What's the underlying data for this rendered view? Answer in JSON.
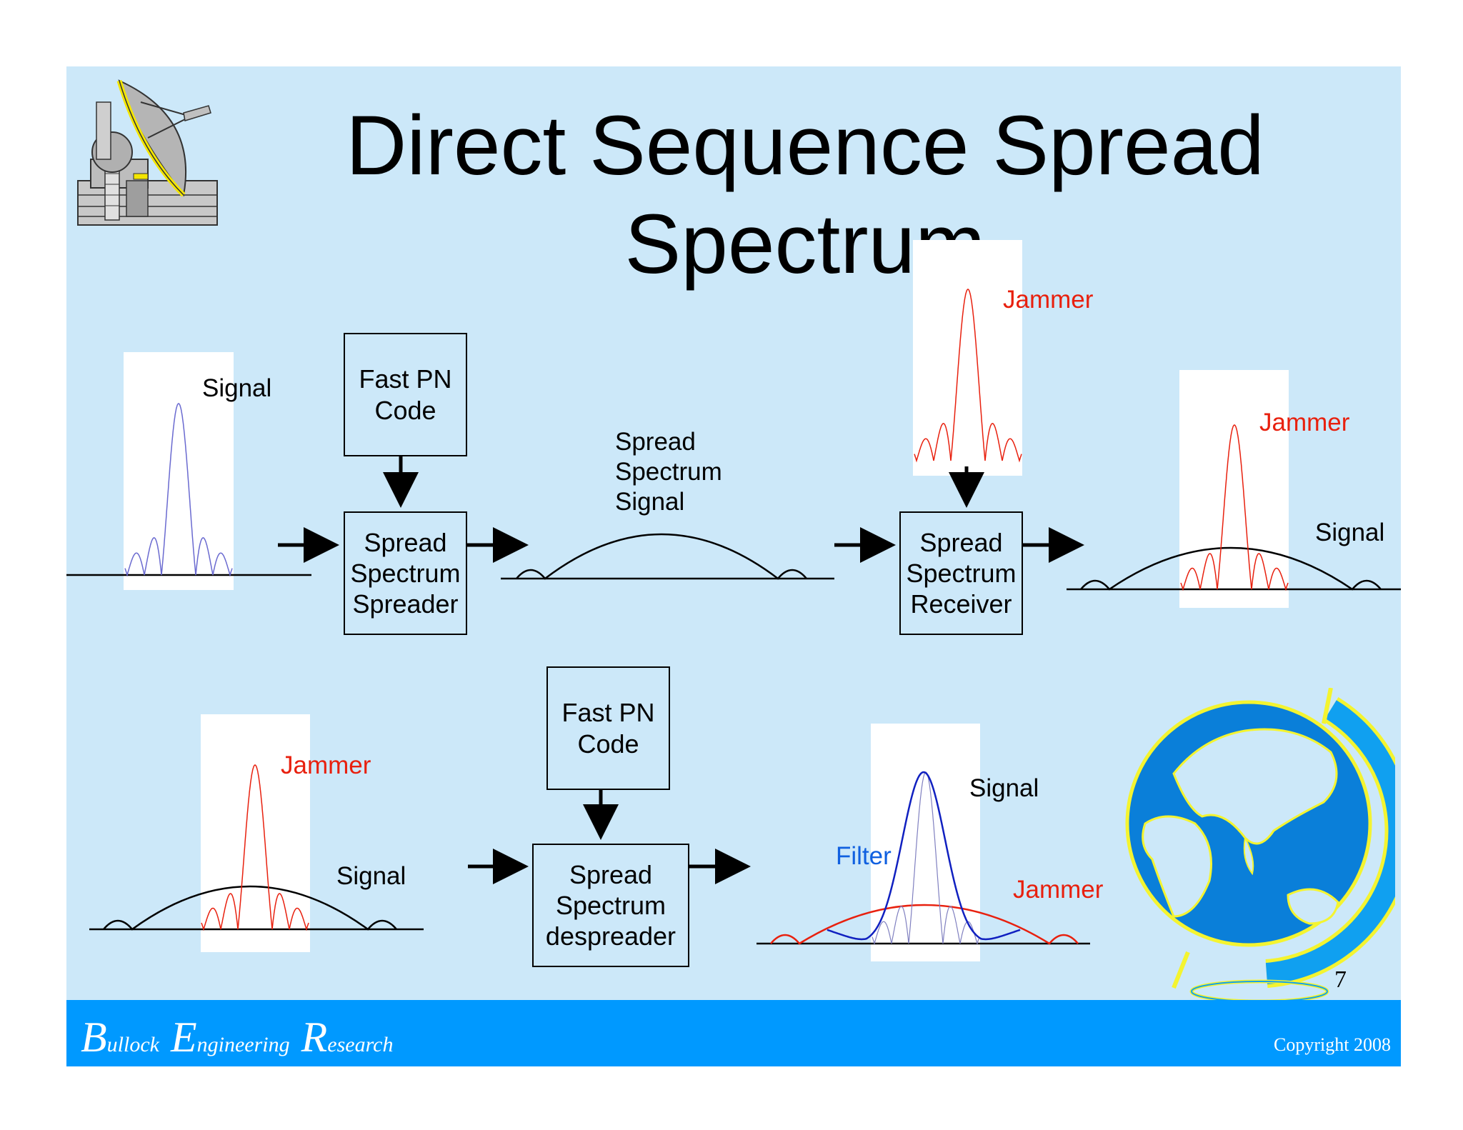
{
  "slide": {
    "title_line1": "Direct Sequence Spread",
    "title_line2": "Spectrum",
    "page_number": "7"
  },
  "top_row": {
    "signal_label": "Signal",
    "pn_code_box": "Fast PN\nCode",
    "spreader_box": "Spread\nSpectrum\nSpreader",
    "spread_signal_label": "Spread\nSpectrum\nSignal",
    "jammer_label": "Jammer",
    "receiver_box": "Spread\nSpectrum\nReceiver",
    "right_jammer_label": "Jammer",
    "right_signal_label": "Signal"
  },
  "bottom_row": {
    "jammer_label": "Jammer",
    "signal_label": "Signal",
    "pn_code_box": "Fast PN\nCode",
    "despreader_box": "Spread\nSpectrum\ndespreader",
    "filter_label": "Filter",
    "out_signal_label": "Signal",
    "out_jammer_label": "Jammer"
  },
  "footer": {
    "brand_B": "B",
    "brand_ullock": "ullock",
    "brand_E": "E",
    "brand_ngineering": "ngineering",
    "brand_R": "R",
    "brand_esearch": "esearch",
    "copyright": "Copyright  2008"
  },
  "icons": [
    "satellite-dish-icon",
    "globe-icon",
    "arrow-right-icon",
    "arrow-down-icon"
  ],
  "colors": {
    "slide_bg": "#cce8f9",
    "footer_bg": "#0099ff",
    "jammer": "#e8200e",
    "filter": "#1060e0",
    "signal_trace": "#6a6ad0"
  }
}
